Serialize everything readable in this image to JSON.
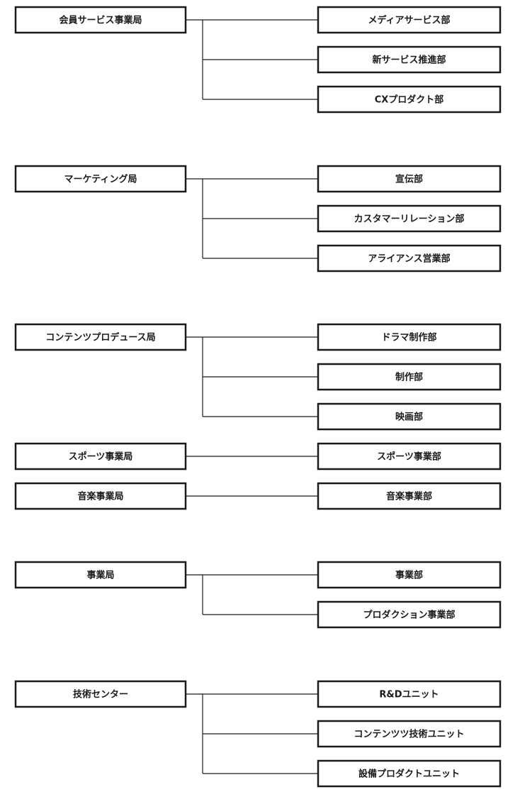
{
  "org_chart": {
    "groups": [
      {
        "bureau": "会員サービス事業局",
        "departments": [
          "メディアサービス部",
          "新サービス推進部",
          "CXプロダクト部"
        ]
      },
      {
        "bureau": "マーケティング局",
        "departments": [
          "宣伝部",
          "カスタマーリレーション部",
          "アライアンス営業部"
        ]
      },
      {
        "bureau": "コンテンツプロデュース局",
        "departments": [
          "ドラマ制作部",
          "制作部",
          "映画部"
        ]
      },
      {
        "bureau": "スポーツ事業局",
        "departments": [
          "スポーツ事業部"
        ]
      },
      {
        "bureau": "音楽事業局",
        "departments": [
          "音楽事業部"
        ]
      },
      {
        "bureau": "事業局",
        "departments": [
          "事業部",
          "プロダクション事業部"
        ]
      },
      {
        "bureau": "技術センター",
        "departments": [
          "R&Dユニット",
          "コンテンツツ技術ユニット",
          "設備プロダクトユニット"
        ]
      }
    ]
  },
  "colors": {
    "line": "#1a1a1a",
    "box_fill": "#ffffff"
  }
}
